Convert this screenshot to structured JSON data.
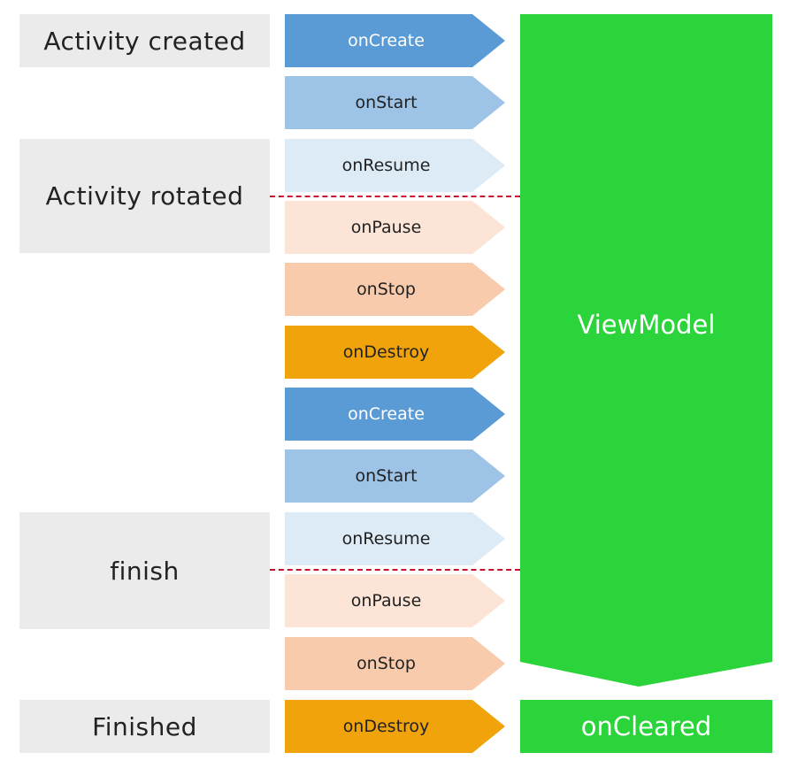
{
  "states": [
    {
      "label": "Activity created"
    },
    {
      "label": "Activity rotated"
    },
    {
      "label": "finish"
    },
    {
      "label": "Finished"
    }
  ],
  "steps": [
    {
      "label": "onCreate",
      "fill": "#5b9bd5",
      "text_color": "#ffffff"
    },
    {
      "label": "onStart",
      "fill": "#9dc3e6",
      "text_color": "#222222"
    },
    {
      "label": "onResume",
      "fill": "#ddebf7",
      "text_color": "#222222"
    },
    {
      "label": "onPause",
      "fill": "#fce4d6",
      "text_color": "#222222"
    },
    {
      "label": "onStop",
      "fill": "#f8cbad",
      "text_color": "#222222"
    },
    {
      "label": "onDestroy",
      "fill": "#f0a30a",
      "text_color": "#222222"
    },
    {
      "label": "onCreate",
      "fill": "#5b9bd5",
      "text_color": "#ffffff"
    },
    {
      "label": "onStart",
      "fill": "#9dc3e6",
      "text_color": "#222222"
    },
    {
      "label": "onResume",
      "fill": "#ddebf7",
      "text_color": "#222222"
    },
    {
      "label": "onPause",
      "fill": "#fce4d6",
      "text_color": "#222222"
    },
    {
      "label": "onStop",
      "fill": "#f8cbad",
      "text_color": "#222222"
    },
    {
      "label": "onDestroy",
      "fill": "#f0a30a",
      "text_color": "#222222"
    }
  ],
  "viewmodel": {
    "label": "ViewModel",
    "color": "#2ad43a"
  },
  "cleared": {
    "label": "onCleared",
    "color": "#2ad43a"
  },
  "divider_color": "#c8102e"
}
